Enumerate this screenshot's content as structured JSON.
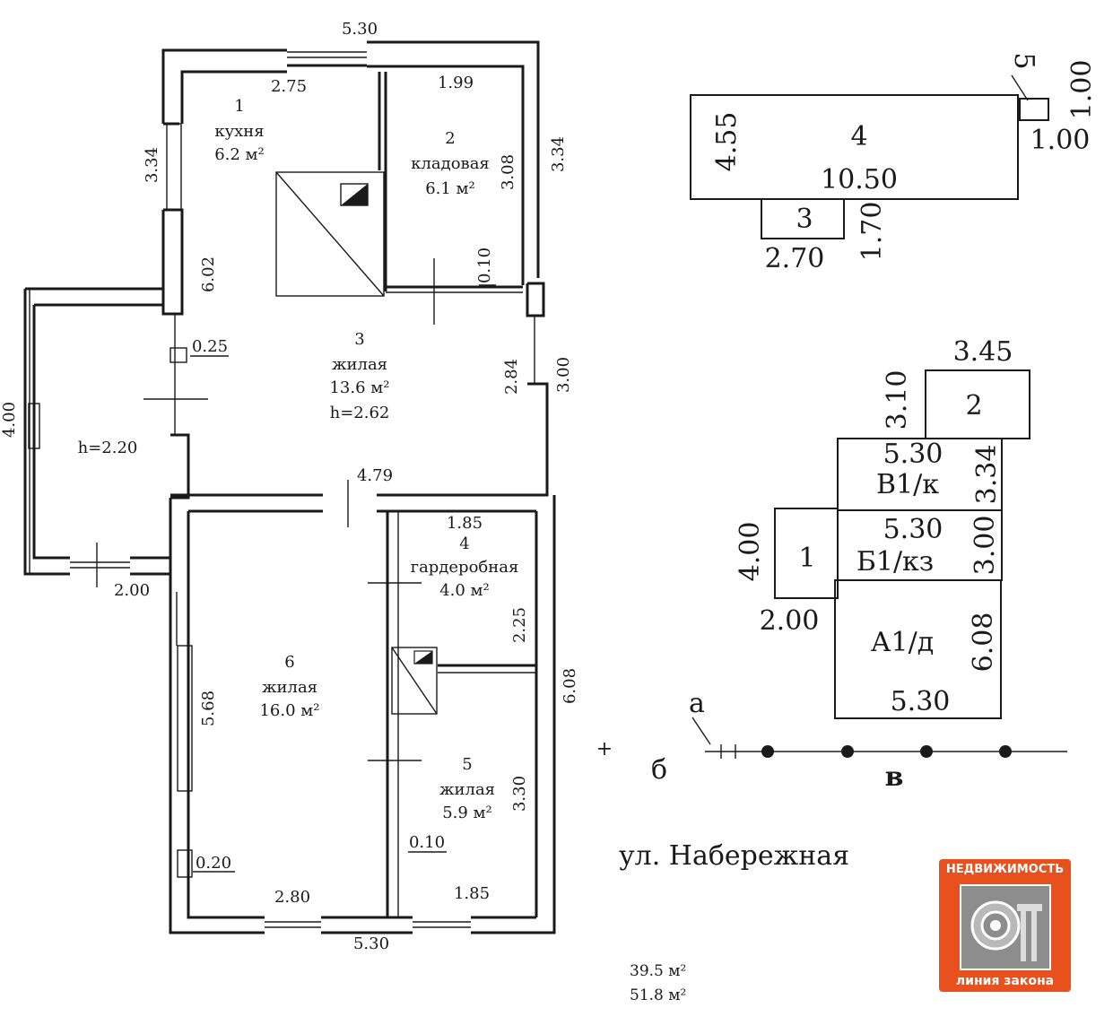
{
  "floor_plan": {
    "top_overall": "5.30",
    "bottom_overall": "5.30",
    "rooms": [
      {
        "number": "1",
        "name": "кухня",
        "area": "6.2 м²"
      },
      {
        "number": "2",
        "name": "кладовая",
        "area": "6.1 м²"
      },
      {
        "number": "3",
        "name": "жилая",
        "area": "13.6 м²",
        "height": "h=2.62"
      },
      {
        "number": "4",
        "name": "гардеробная",
        "area": "4.0 м²"
      },
      {
        "number": "5",
        "name": "жилая",
        "area": "5.9 м²"
      },
      {
        "number": "6",
        "name": "жилая",
        "area": "16.0 м²"
      }
    ],
    "veranda_height": "h=2.20",
    "dims": {
      "kitchen_top": "2.75",
      "storage_top": "1.99",
      "left_top": "3.34",
      "right_top": "3.34",
      "storage_right": "3.08",
      "kitchen_left": "6.02",
      "partition_a": "0.10",
      "partition_b": "0.25",
      "room3_right": "2.84",
      "outer_right": "3.00",
      "veranda_left": "4.00",
      "middle": "4.79",
      "veranda_bottom": "2.00",
      "wardrobe_top": "1.85",
      "wardrobe_right": "2.25",
      "outer_right_bottom": "6.08",
      "room6_left": "5.68",
      "room5_right": "3.30",
      "wall_a": "0.20",
      "wall_b": "0.10",
      "room6_bottom": "2.80",
      "room5_bottom": "1.85"
    }
  },
  "outbuildings": {
    "b4_number": "4",
    "b4_len": "10.50",
    "b4_width": "4.55",
    "b5_number": "5",
    "b5_w": "1.00",
    "b5_h": "1.00",
    "b3_number": "3",
    "b3_len": "2.70",
    "b3_width": "1.70"
  },
  "site_plan": {
    "b2_number": "2",
    "b2_len": "3.45",
    "b2_width": "3.10",
    "v1_label": "В1/к",
    "v1_len": "5.30",
    "v1_width": "3.34",
    "b1_label": "Б1/кз",
    "b1_len": "5.30",
    "b1_width": "3.00",
    "n1_number": "1",
    "n1_width": "4.00",
    "n1_len": "2.00",
    "a1_label": "А1/д",
    "a1_len": "5.30",
    "a1_width": "6.08",
    "marker_a": "а",
    "marker_b": "б",
    "marker_v": "в",
    "tick": "+",
    "street": "ул. Набережная"
  },
  "totals": {
    "living_area": "39.5 м²",
    "total_area": "51.8 м²"
  },
  "logo": {
    "top_text": "НЕДВИЖИМОСТЬ",
    "bottom_text": "линия закона",
    "color": "#e8501e"
  }
}
